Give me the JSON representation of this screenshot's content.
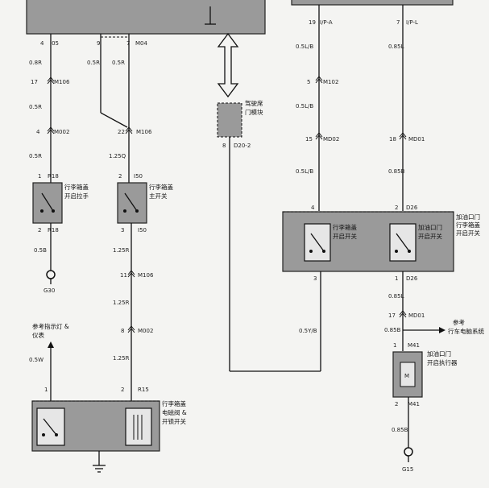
{
  "top_connectors": {
    "c1": "4",
    "c1_name": "I05",
    "c2": "9",
    "c3": "7",
    "c3_name": "M04",
    "c4": "19",
    "c4_name": "I/P-A",
    "c5": "7",
    "c5_name": "I/P-L"
  },
  "col1": {
    "w1": "0.8R",
    "k1": "17",
    "k1_name": "M106",
    "w2": "0.5R",
    "k2": "4",
    "k2_name": "M002",
    "w3": "0.5R",
    "sw_pin_top": "1",
    "sw_conn": "R18",
    "sw_label_1": "行李箱盖",
    "sw_label_2": "开启拉手",
    "sw_pin_bot": "2",
    "sw_conn_bot": "R18",
    "w4": "0.5B",
    "ground": "G30"
  },
  "col2": {
    "w_left": "0.5R",
    "w_right": "0.5R",
    "k1": "22",
    "k1_name": "M106",
    "w2": "1.25Q",
    "sw_pin_top": "2",
    "sw_conn": "I50",
    "sw_label_1": "行李箱盖",
    "sw_label_2": "主开关",
    "sw_pin_bot": "3",
    "sw_conn_bot": "I50",
    "w3": "1.25R",
    "k2": "11",
    "k2_name": "M106",
    "w4": "1.25R",
    "k3": "8",
    "k3_name": "M002",
    "w5": "1.25R",
    "pin": "2",
    "conn": "R15"
  },
  "module": {
    "label_1": "驾驶席",
    "label_2": "门模块",
    "pin": "8",
    "conn": "D20-2"
  },
  "col3": {
    "w1": "0.5L/B",
    "k1": "5",
    "k1_name": "M102",
    "w2": "0.5L/B",
    "k2": "15",
    "k2_name": "MD02",
    "w3": "0.5L/B",
    "pin_top": "4",
    "pin_bot": "3",
    "w4": "0.5Y/B"
  },
  "col4": {
    "w1": "0.85L",
    "k1": "18",
    "k1_name": "MD01",
    "w2": "0.85B",
    "pin_top": "2",
    "conn": "D26",
    "pin_bot": "1",
    "conn_bot": "D26",
    "w3": "0.85L",
    "k2": "17",
    "k2_name": "MD01",
    "w4": "0.85B",
    "actuator_pin": "1",
    "actuator_conn": "M41",
    "actuator_pin_bot": "2",
    "actuator_conn_bot": "M41",
    "actuator_label_1": "加油口门",
    "actuator_label_2": "开启执行器",
    "motor": "M",
    "w5": "0.85B",
    "ground": "G15"
  },
  "door_switch_box": {
    "sw1_label_1": "行李箱盖",
    "sw1_label_2": "开启开关",
    "sw2_label_1": "加油口门",
    "sw2_label_2": "开启开关",
    "side_label_1": "加油口门",
    "side_label_2": "行李箱盖",
    "side_label_3": "开启开关"
  },
  "ref_right": {
    "label_1": "参考",
    "label_2": "行车电脑系统"
  },
  "ref_left": {
    "label_1": "参考指示灯 &",
    "label_2": "仪表",
    "wire": "0.5W"
  },
  "bottom_unit": {
    "pin": "1",
    "label_1": "行李箱盖",
    "label_2": "电磁阀 &",
    "label_3": "开锁开关"
  }
}
